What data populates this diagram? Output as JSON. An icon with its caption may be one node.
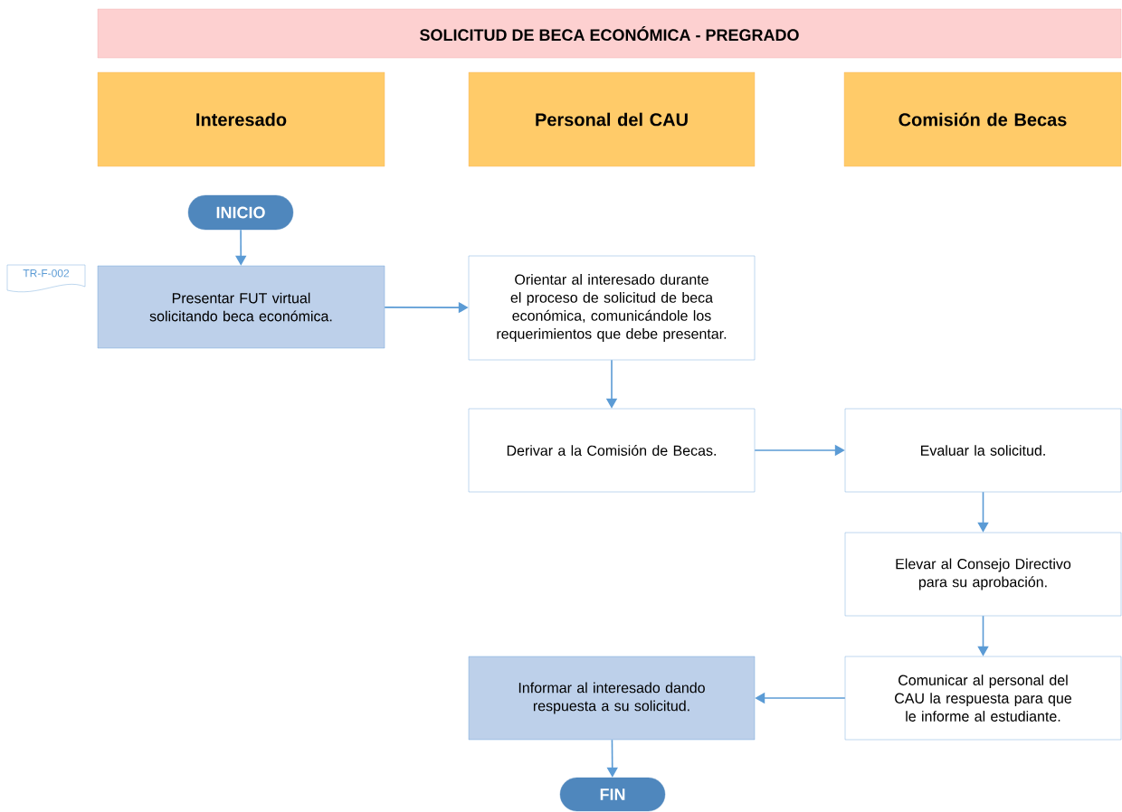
{
  "diagram": {
    "title": "SOLICITUD DE BECA ECONÓMICA - PREGRADO",
    "nodes": [
      {
        "text": [
          "Interesado"
        ]
      },
      {
        "text": [
          "Personal del CAU"
        ]
      },
      {
        "text": [
          "Comisión de Becas"
        ]
      },
      {
        "text": [
          "INICIO"
        ]
      },
      {
        "text": [
          "TR-F-002"
        ]
      },
      {
        "text": [
          "Presentar FUT virtual solicitando beca económica."
        ]
      },
      {
        "text": [
          "Orientar al interesado durante el proceso de solicitud de beca económica, comunicándole los requerimientos que debe presentar."
        ]
      },
      {
        "text": [
          "Derivar a la Comisión de Becas."
        ]
      },
      {
        "text": [
          "Evaluar la solicitud."
        ]
      },
      {
        "text": [
          "Elevar al Consejo Directivo para su aprobación."
        ]
      },
      {
        "text": [
          "Comunicar al personal del CAU la respuesta para que le informe al estudiante."
        ]
      },
      {
        "text": [
          "Informar al interesado dando respuesta a su solicitud."
        ]
      },
      {
        "text": [
          "FIN"
        ]
      }
    ],
    "edges": [
      {
        "from": 3,
        "to": 5,
        "arrow": "to"
      },
      {
        "from": 5,
        "to": 6,
        "arrow": "to"
      },
      {
        "from": 6,
        "to": 7,
        "arrow": "to"
      },
      {
        "from": 7,
        "to": 8,
        "arrow": "to"
      },
      {
        "from": 8,
        "to": 9,
        "arrow": "to"
      },
      {
        "from": 9,
        "to": 10,
        "arrow": "to"
      },
      {
        "from": 10,
        "to": 11,
        "arrow": "to"
      },
      {
        "from": 11,
        "to": 12,
        "arrow": "to"
      }
    ]
  }
}
